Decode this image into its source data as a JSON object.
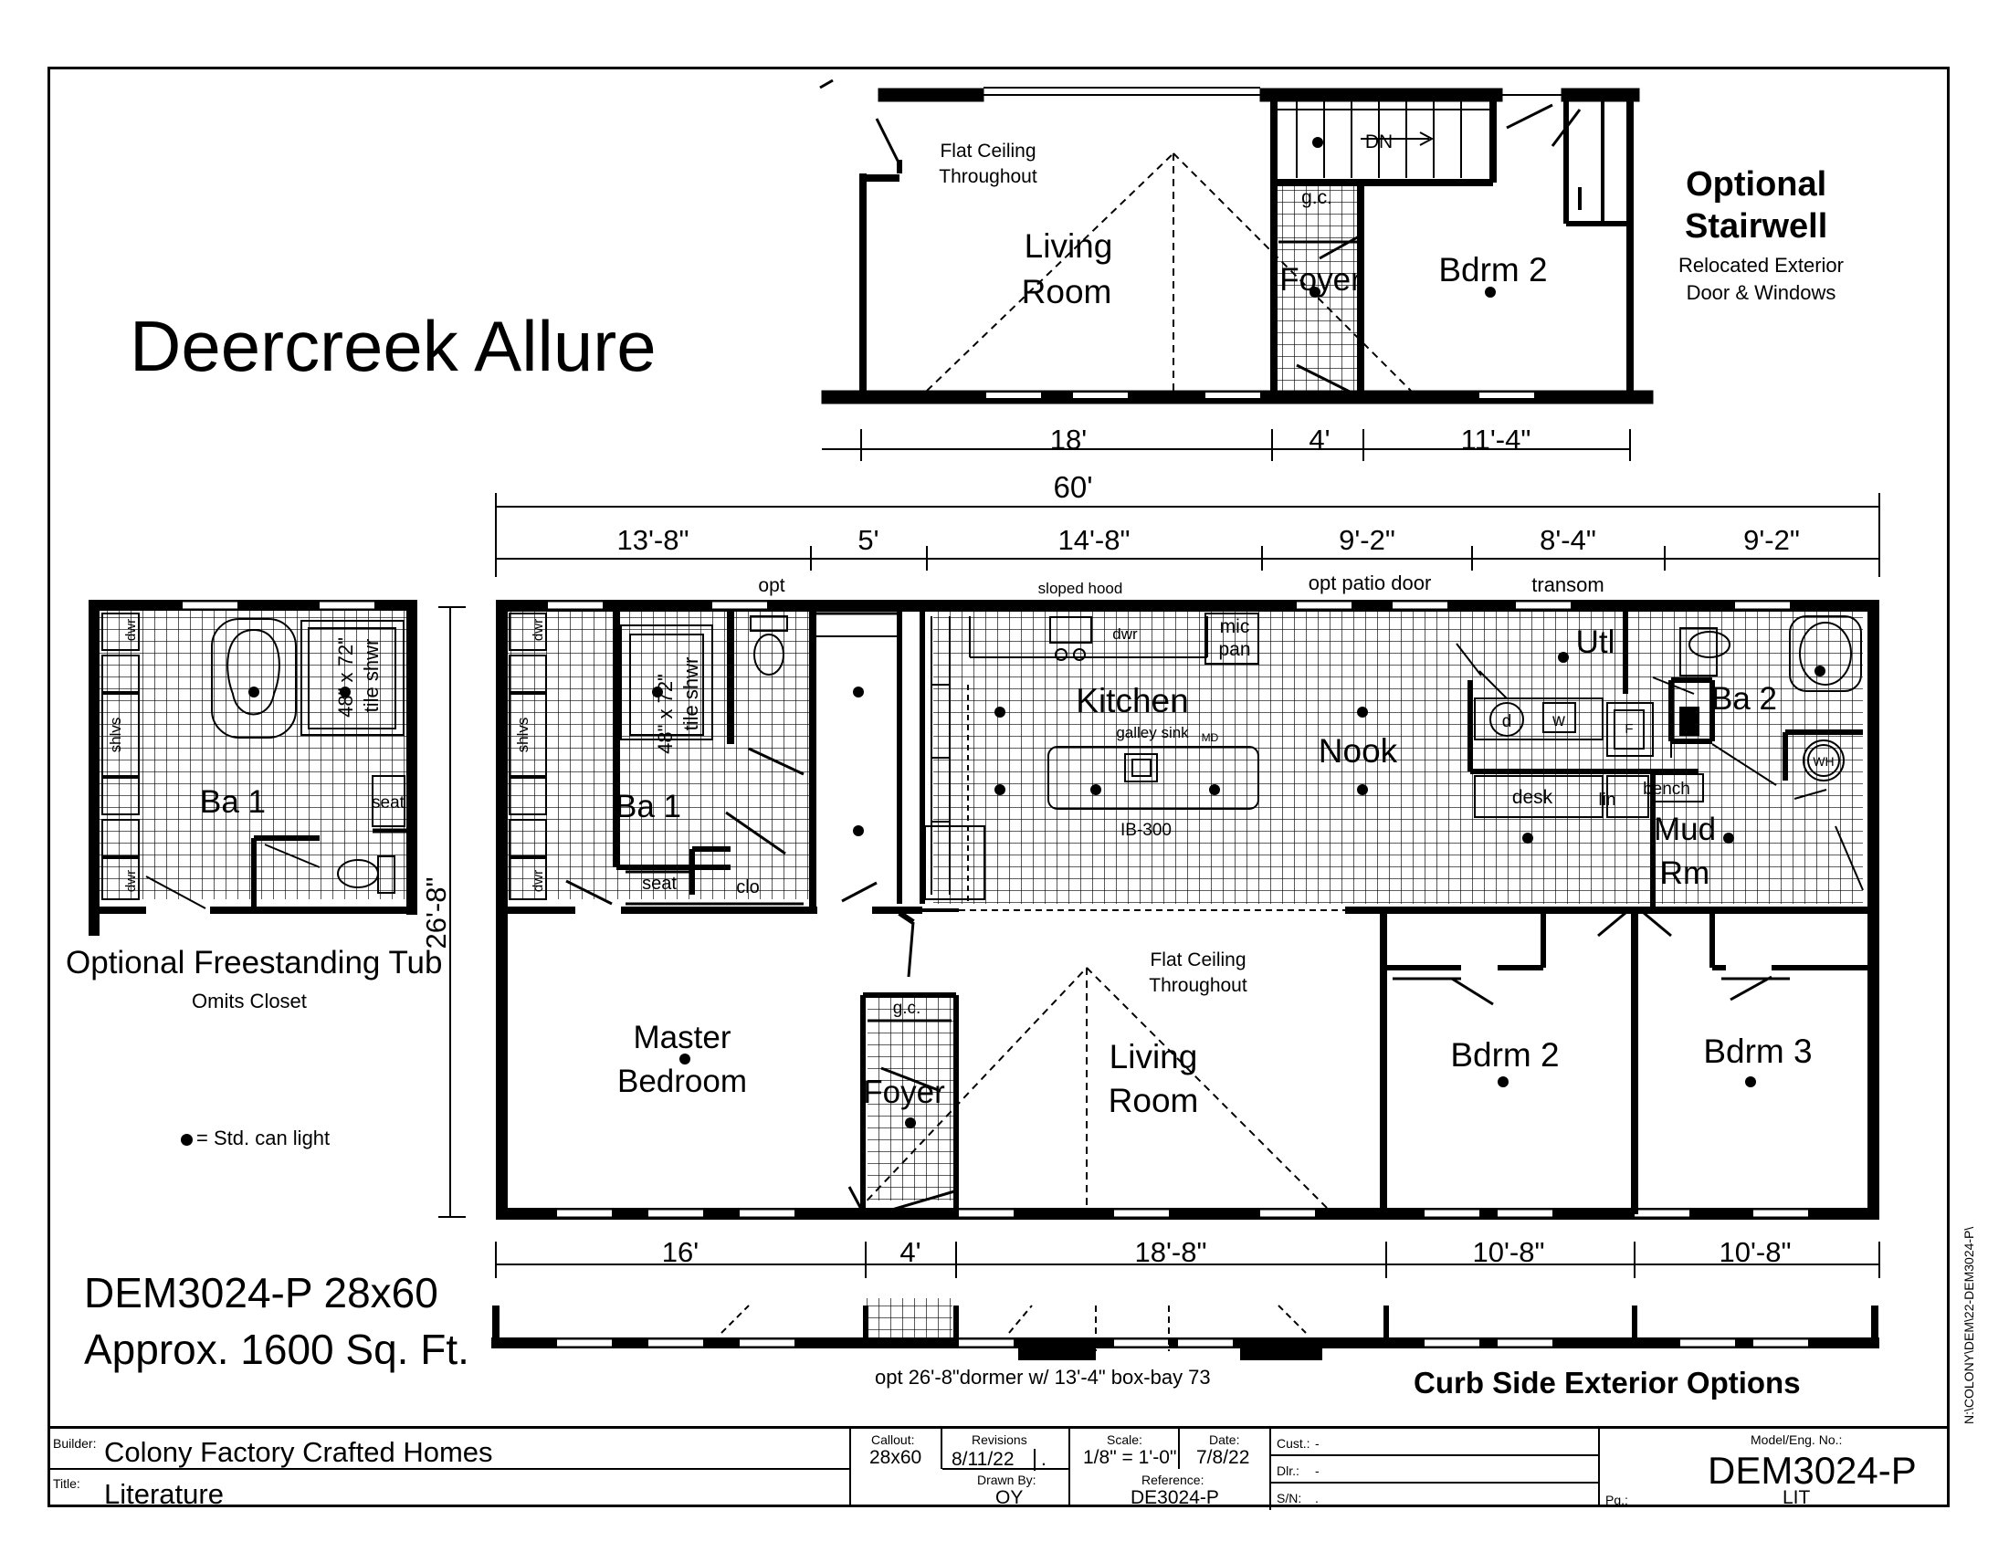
{
  "title": "Deercreek Allure",
  "model": {
    "line1": "DEM3024-P 28x60",
    "line2": "Approx. 1600 Sq. Ft."
  },
  "optional_stairwell": {
    "title_line1": "Optional",
    "title_line2": "Stairwell",
    "sub_line1": "Relocated Exterior",
    "sub_line2": "Door & Windows"
  },
  "optional_tub": {
    "title": "Optional Freestanding Tub",
    "sub": "Omits Closet"
  },
  "legend": {
    "can_light": "= Std. can light"
  },
  "curb_side": "Curb Side Exterior Options",
  "dormer_note": "opt 26'-8\"dormer w/ 13'-4\" box-bay 73",
  "side_note": "N:\\COLONY\\DEM\\22-DEM3024-P\\",
  "rooms": {
    "living_top": [
      "Living",
      "Room"
    ],
    "flat_ceiling_top": [
      "Flat Ceiling",
      "Throughout"
    ],
    "foyer_top": "Foyer",
    "bdrm2_top": "Bdrm 2",
    "gc": "g.c.",
    "dn": "DN",
    "ba1_opt": "Ba 1",
    "ba1": "Ba 1",
    "kitchen": "Kitchen",
    "galley_sink": "galley sink",
    "md": "MD",
    "ib300": "IB-300",
    "nook": "Nook",
    "utl": "Utl",
    "ba2": "Ba 2",
    "mud": [
      "Mud",
      "Rm"
    ],
    "desk": "desk",
    "lin": "lin",
    "bench": "bench",
    "d": "d",
    "w": "w",
    "f": "F",
    "wh": "WH",
    "mic": [
      "mic",
      "pan"
    ],
    "dwr": "dwr",
    "shlvs": "shlvs",
    "seat": "seat",
    "clo": "clo",
    "shower": [
      "48\" x 72\"",
      "tile shwr"
    ],
    "opt": "opt",
    "sloped_hood": "sloped hood",
    "opt_patio": "opt patio door",
    "transom": "transom",
    "master": [
      "Master",
      "Bedroom"
    ],
    "foyer": "Foyer",
    "living": [
      "Living",
      "Room"
    ],
    "flat_ceiling": [
      "Flat Ceiling",
      "Throughout"
    ],
    "bdrm2": "Bdrm 2",
    "bdrm3": "Bdrm 3"
  },
  "dimensions": {
    "top_stair": [
      "18'",
      "4'",
      "11'-4\""
    ],
    "overall": "60'",
    "upper": [
      "13'-8\"",
      "5'",
      "14'-8\"",
      "9'-2\"",
      "8'-4\"",
      "9'-2\""
    ],
    "depth": "26'-8\"",
    "lower": [
      "16'",
      "4'",
      "18'-8\"",
      "10'-8\"",
      "10'-8\""
    ]
  },
  "title_block": {
    "builder_label": "Builder:",
    "builder": "Colony Factory Crafted Homes",
    "title_label": "Title:",
    "title": "Literature",
    "callout_label": "Callout:",
    "callout": "28x60",
    "revisions_label": "Revisions",
    "revisions": "8/11/22",
    "revisions_dot": ".",
    "drawn_label": "Drawn By:",
    "drawn": "OY",
    "scale_label": "Scale:",
    "scale": "1/8\" = 1'-0\"",
    "date_label": "Date:",
    "date": "7/8/22",
    "reference_label": "Reference:",
    "reference": "DE3024-P",
    "cust_label": "Cust.:",
    "cust": "-",
    "dlr_label": "Dlr.:",
    "dlr": "-",
    "sn_label": "S/N:",
    "sn": ".",
    "model_label": "Model/Eng. No.:",
    "model_no": "DEM3024-P",
    "pg_label": "Pg.:",
    "lit": "LIT"
  }
}
